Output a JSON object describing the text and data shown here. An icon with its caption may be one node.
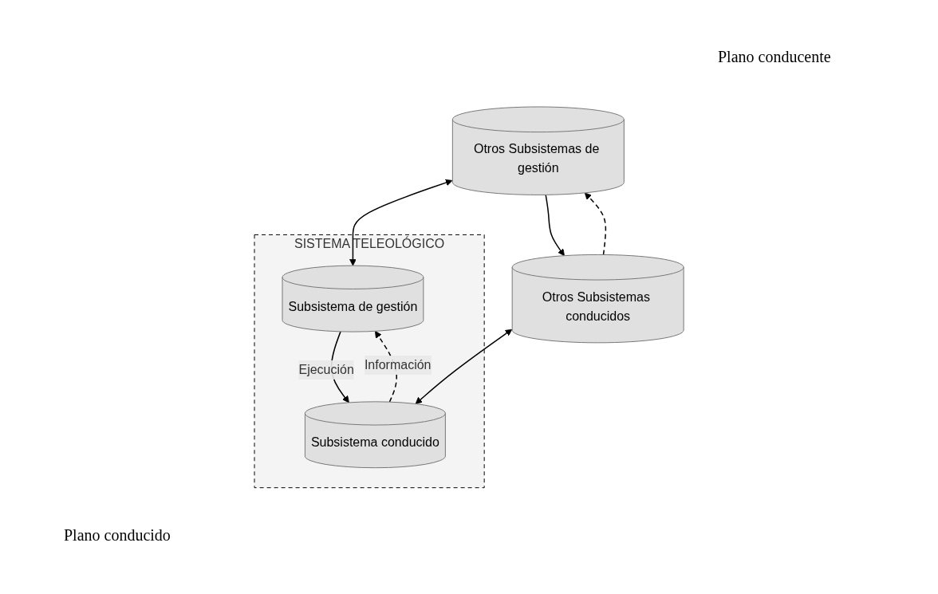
{
  "diagram": {
    "nodes": [
      {
        "text": [
          "Otros Subsistemas de gestión"
        ]
      },
      {
        "text": [
          "SISTEMA TELEOLÓGICO"
        ]
      },
      {
        "text": [
          "Subsistema de gestión"
        ],
        "in": 1
      },
      {
        "text": [
          "Subsistema conducido"
        ],
        "in": 1
      },
      {
        "text": [
          "Otros Subsistemas conducidos"
        ]
      }
    ],
    "edges": [
      {
        "from": 0,
        "to": 2,
        "arrow": "both"
      },
      {
        "from": 0,
        "to": 4,
        "arrow": "to"
      },
      {
        "from": 4,
        "to": 0,
        "arrow": "to",
        "style": "dashed"
      },
      {
        "from": 3,
        "to": 2,
        "arrow": "to",
        "style": "dashed",
        "label": "Información"
      },
      {
        "from": 2,
        "to": 3,
        "arrow": "to",
        "label": "Ejecución"
      },
      {
        "from": 4,
        "to": 3,
        "arrow": "both"
      }
    ],
    "labels": [
      "Plano conducente",
      "Plano conducido"
    ]
  }
}
